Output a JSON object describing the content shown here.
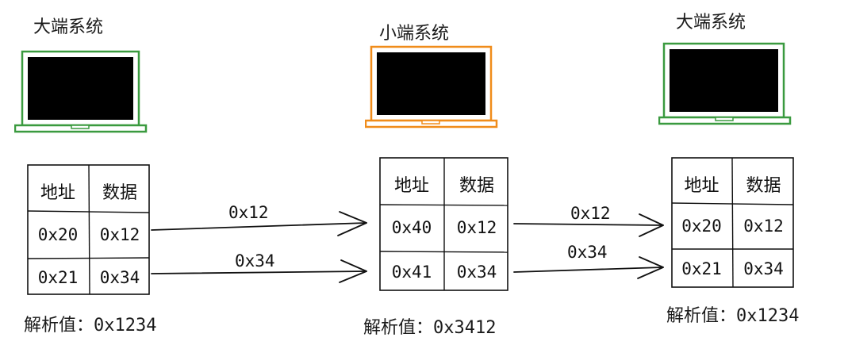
{
  "colors": {
    "big_endian": "#3a9a3f",
    "little_endian": "#f08c1a",
    "screen": "#000000",
    "ink": "#111111"
  },
  "systems": [
    {
      "label": "大端系统",
      "laptop_icon": "laptop-icon",
      "header": [
        "地址",
        "数据"
      ],
      "rows": [
        [
          "0x20",
          "0x12"
        ],
        [
          "0x21",
          "0x34"
        ]
      ],
      "result_prefix": "解析值：",
      "result_value": "0x1234"
    },
    {
      "label": "小端系统",
      "laptop_icon": "laptop-icon",
      "header": [
        "地址",
        "数据"
      ],
      "rows": [
        [
          "0x40",
          "0x12"
        ],
        [
          "0x41",
          "0x34"
        ]
      ],
      "result_prefix": "解析值：",
      "result_value": "0x3412"
    },
    {
      "label": "大端系统",
      "laptop_icon": "laptop-icon",
      "header": [
        "地址",
        "数据"
      ],
      "rows": [
        [
          "0x20",
          "0x12"
        ],
        [
          "0x21",
          "0x34"
        ]
      ],
      "result_prefix": "解析值：",
      "result_value": "0x1234"
    }
  ],
  "transfers": [
    {
      "label": "0x12"
    },
    {
      "label": "0x34"
    },
    {
      "label": "0x12"
    },
    {
      "label": "0x34"
    }
  ]
}
